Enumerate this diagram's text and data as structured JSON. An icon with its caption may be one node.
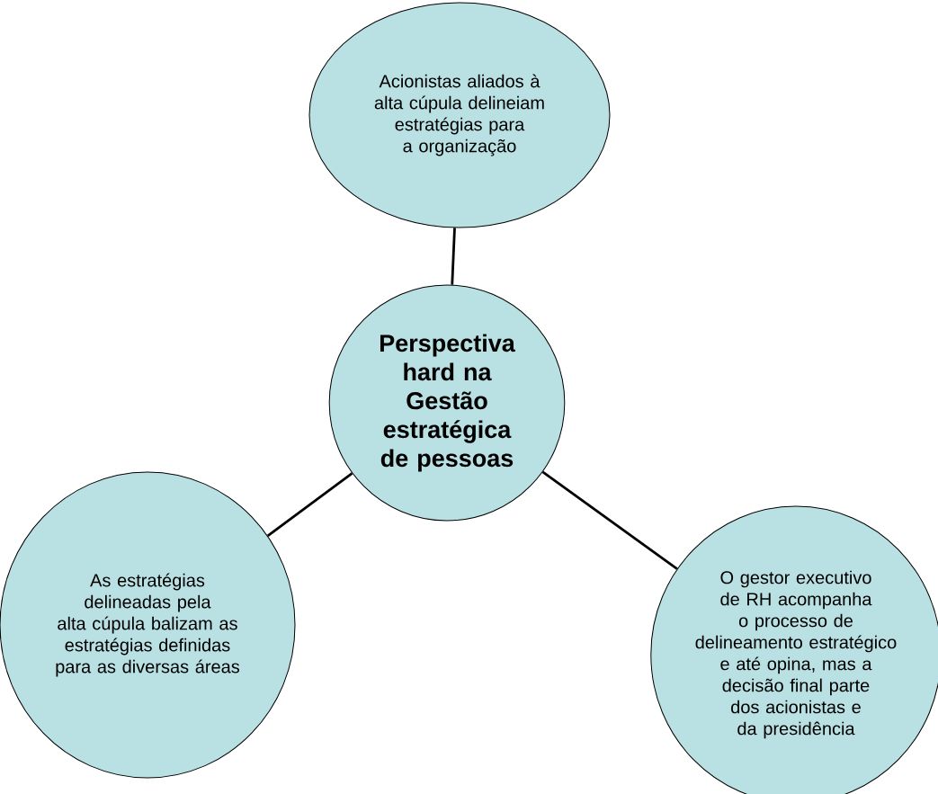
{
  "diagram": {
    "nodes": [
      {
        "text": [
          "Acionistas aliados à alta cúpula delineiam estratégias para a organização"
        ]
      },
      {
        "text": [
          "Perspectiva hard na Gestão estratégica de pessoas"
        ]
      },
      {
        "text": [
          "As estratégias delineadas pela alta cúpula balizam as estratégias definidas para as diversas áreas"
        ]
      },
      {
        "text": [
          "O gestor executivo de RH acompanha o processo de delineamento estratégico e até opina, mas a decisão final parte dos acionistas e da presidência"
        ]
      }
    ],
    "edges": [
      {
        "from": 1,
        "to": 0,
        "arrow": "none"
      },
      {
        "from": 1,
        "to": 2,
        "arrow": "none"
      },
      {
        "from": 1,
        "to": 3,
        "arrow": "none"
      }
    ]
  }
}
